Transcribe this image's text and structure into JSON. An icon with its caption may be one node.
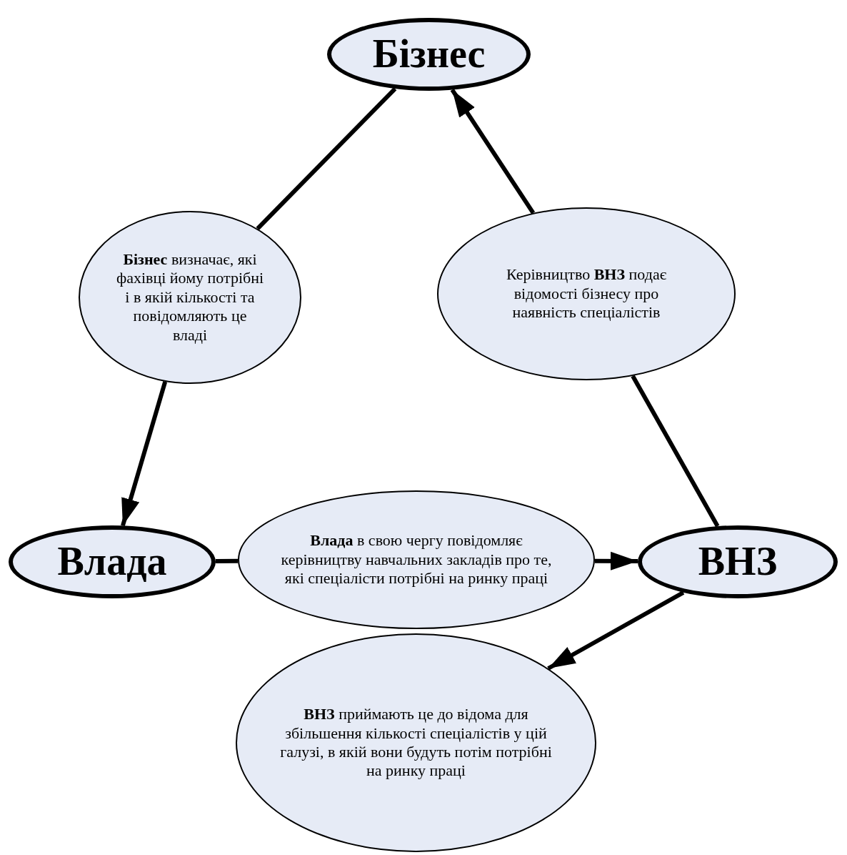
{
  "diagram": {
    "nodes": [
      {
        "text": [
          "Бізнес"
        ]
      },
      {
        "text": [
          "**Бізнес** визначає, які фахівці йому потрібні і в якій кількості та повідомляють це владі"
        ]
      },
      {
        "text": [
          "Керівництво **ВНЗ** подає відомості бізнесу про наявність спеціалістів"
        ]
      },
      {
        "text": [
          "Влада"
        ]
      },
      {
        "text": [
          "**Влада** в свою чергу повідомляє керівництву навчальних закладів про те, які спеціалісти потрібні на ринку праці"
        ]
      },
      {
        "text": [
          "ВНЗ"
        ]
      },
      {
        "text": [
          "**ВНЗ** приймають це до відома для збільшення кількості спеціалістів у цій галузі, в якій вони будуть потім потрібні на ринку праці"
        ]
      }
    ],
    "edges": [
      {
        "from": 0,
        "to": 1,
        "arrow": "none"
      },
      {
        "from": 1,
        "to": 3,
        "arrow": "to"
      },
      {
        "from": 5,
        "to": 2,
        "arrow": "none"
      },
      {
        "from": 2,
        "to": 0,
        "arrow": "to"
      },
      {
        "from": 3,
        "to": 4,
        "arrow": "none"
      },
      {
        "from": 4,
        "to": 5,
        "arrow": "to"
      },
      {
        "from": 5,
        "to": 6,
        "arrow": "to"
      }
    ]
  }
}
